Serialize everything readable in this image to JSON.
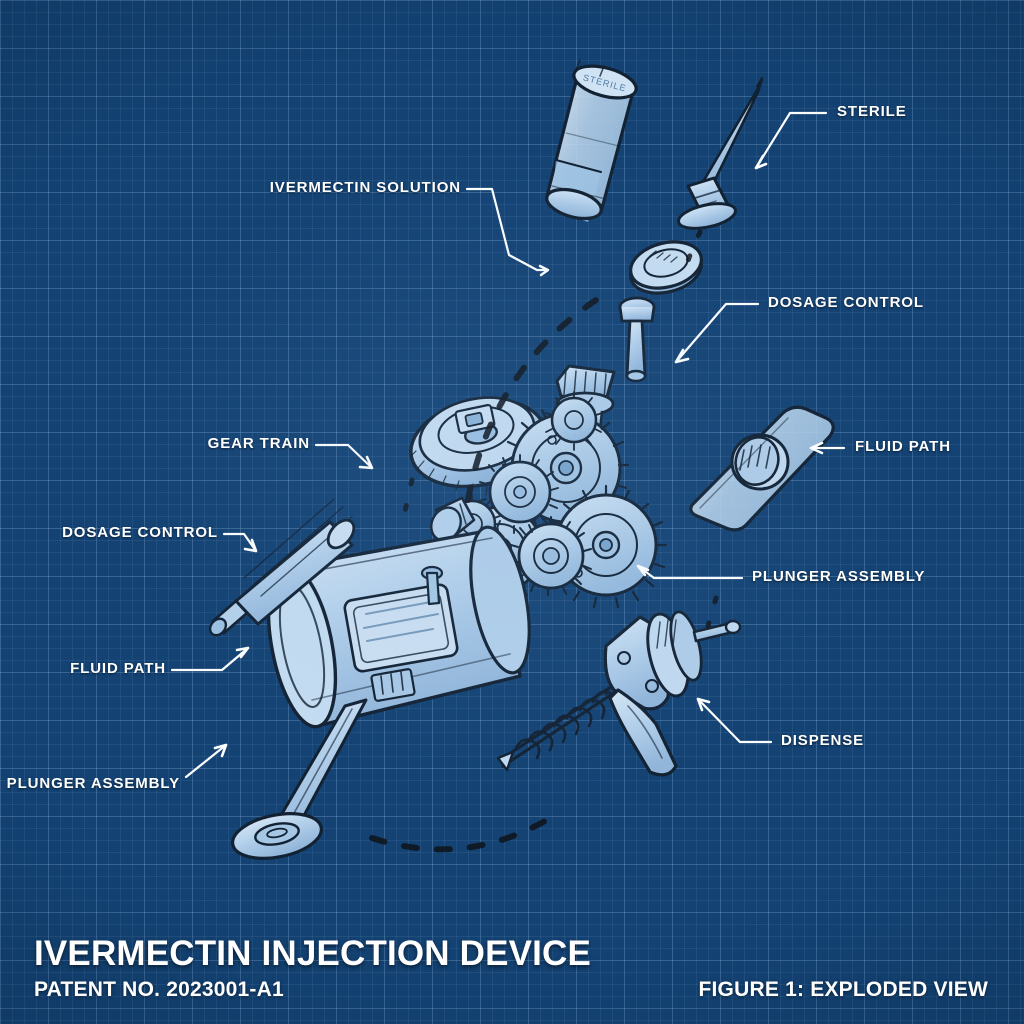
{
  "sheet": {
    "background_color": "#134273",
    "grid_line_color": "#6f9fd0",
    "ink_color": "#0f1b2a",
    "part_fill_color": "#b9d4ec"
  },
  "title_block": {
    "title": "IVERMECTIN INJECTION DEVICE",
    "patent_no": "PATENT NO. 2023001-A1",
    "figure_label": "FIGURE 1: EXPLODED VIEW"
  },
  "callouts": [
    {
      "id": "sterile",
      "text": "STERILE",
      "side": "right"
    },
    {
      "id": "ivermectin-solution",
      "text": "IVERMECTIN SOLUTION",
      "side": "left"
    },
    {
      "id": "dosage-control-right",
      "text": "DOSAGE CONTROL",
      "side": "right"
    },
    {
      "id": "fluid-path-right",
      "text": "FLUID PATH",
      "side": "right"
    },
    {
      "id": "gear-train",
      "text": "GEAR TRAIN",
      "side": "left"
    },
    {
      "id": "plunger-assembly-right",
      "text": "PLUNGER ASSEMBLY",
      "side": "right"
    },
    {
      "id": "dosage-control-left",
      "text": "DOSAGE CONTROL",
      "side": "left"
    },
    {
      "id": "fluid-path-left",
      "text": "FLUID PATH",
      "side": "left"
    },
    {
      "id": "plunger-assembly-left",
      "text": "PLUNGER ASSEMBLY",
      "side": "left"
    },
    {
      "id": "dispense",
      "text": "DISPENSE",
      "side": "right"
    }
  ],
  "parts": {
    "vial": {
      "name": "ivermectin-solution-vial",
      "cap_text": "STERILE"
    },
    "needle": {
      "name": "hypodermic-needle"
    },
    "dosage_cap": {
      "name": "dosage-control-cap"
    },
    "knob_stem": {
      "name": "dosage-knob-stem"
    },
    "collar": {
      "name": "threaded-collar"
    },
    "gear_train": {
      "name": "gear-train-cluster",
      "gear_count": 7
    },
    "dial": {
      "name": "dosage-dial-disc"
    },
    "barrel": {
      "name": "main-barrel-body",
      "plate_text": ""
    },
    "plunger_rod": {
      "name": "plunger-rod"
    },
    "fluid_plate": {
      "name": "fluid-path-plate"
    },
    "trigger": {
      "name": "dispense-trigger-assembly"
    },
    "spring": {
      "name": "return-spring"
    },
    "side_cylinder": {
      "name": "dosage-control-cylinder"
    }
  }
}
